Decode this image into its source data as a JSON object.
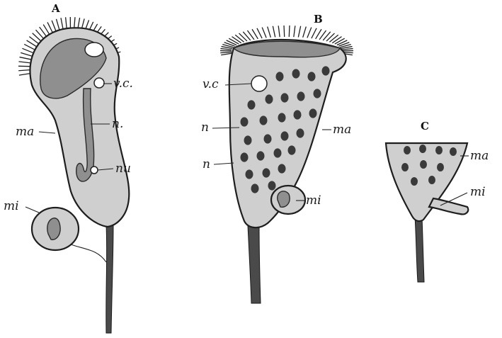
{
  "figure": {
    "panels": [
      {
        "letter": "A",
        "labels": {
          "vc": "v.c.",
          "n": "n.",
          "nu": "nu",
          "ma": "ma",
          "mi": "mi"
        }
      },
      {
        "letter": "B",
        "labels": {
          "vc": "v.c",
          "n1": "n",
          "n2": "n",
          "ma": "ma",
          "mi": "mi"
        }
      },
      {
        "letter": "C",
        "labels": {
          "ma": "ma",
          "mi": "mi"
        }
      }
    ]
  }
}
